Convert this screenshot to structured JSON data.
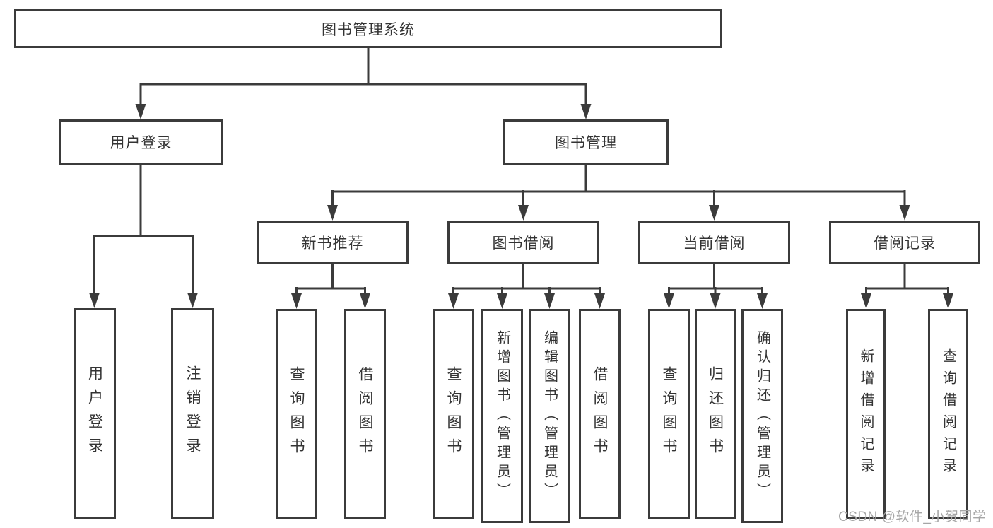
{
  "diagram": {
    "root": {
      "label": "图书管理系统"
    },
    "branches": [
      {
        "label": "用户登录",
        "children": [
          {
            "label": "用户登录"
          },
          {
            "label": "注销登录"
          }
        ]
      },
      {
        "label": "图书管理",
        "children": [
          {
            "label": "新书推荐",
            "children": [
              {
                "label": "查询图书"
              },
              {
                "label": "借阅图书"
              }
            ]
          },
          {
            "label": "图书借阅",
            "children": [
              {
                "label": "查询图书"
              },
              {
                "label": "新增图书（管理员）"
              },
              {
                "label": "编辑图书（管理员）"
              },
              {
                "label": "借阅图书"
              }
            ]
          },
          {
            "label": "当前借阅",
            "children": [
              {
                "label": "查询图书"
              },
              {
                "label": "归还图书"
              },
              {
                "label": "确认归还（管理员）"
              }
            ]
          },
          {
            "label": "借阅记录",
            "children": [
              {
                "label": "新增借阅记录"
              },
              {
                "label": "查询借阅记录"
              }
            ]
          }
        ]
      }
    ]
  },
  "watermark": "CSDN @软件_小贺同学",
  "colors": {
    "line": "#3b3b3b",
    "text": "#333333",
    "watermark": "#a6a6a6",
    "background": "#ffffff"
  }
}
